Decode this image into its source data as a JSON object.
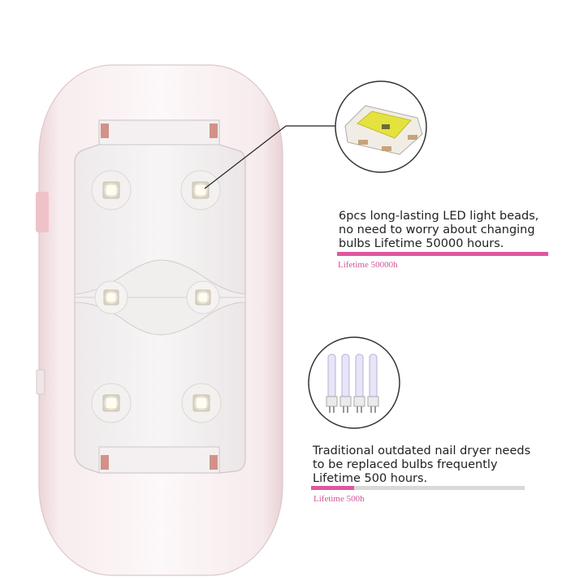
{
  "led_section": {
    "description_lines": [
      "6pcs long-lasting LED light beads,",
      "no need to worry about changing",
      "bulbs Lifetime 50000 hours."
    ],
    "bar_label": "Lifetime 50000h",
    "lifetime_fraction": 1.0,
    "bar_color": "#e0589f"
  },
  "bulb_section": {
    "description_lines": [
      "Traditional outdated nail dryer needs",
      "to be replaced bulbs frequently",
      "Lifetime 500 hours."
    ],
    "bar_label": "Lifetime 500h",
    "lifetime_fraction": 0.2,
    "bar_color": "#e0589f"
  },
  "icons": {
    "led_chip": "led-chip-icon",
    "uv_bulbs": "uv-bulb-icon",
    "led_bead": "led-bead-icon"
  }
}
